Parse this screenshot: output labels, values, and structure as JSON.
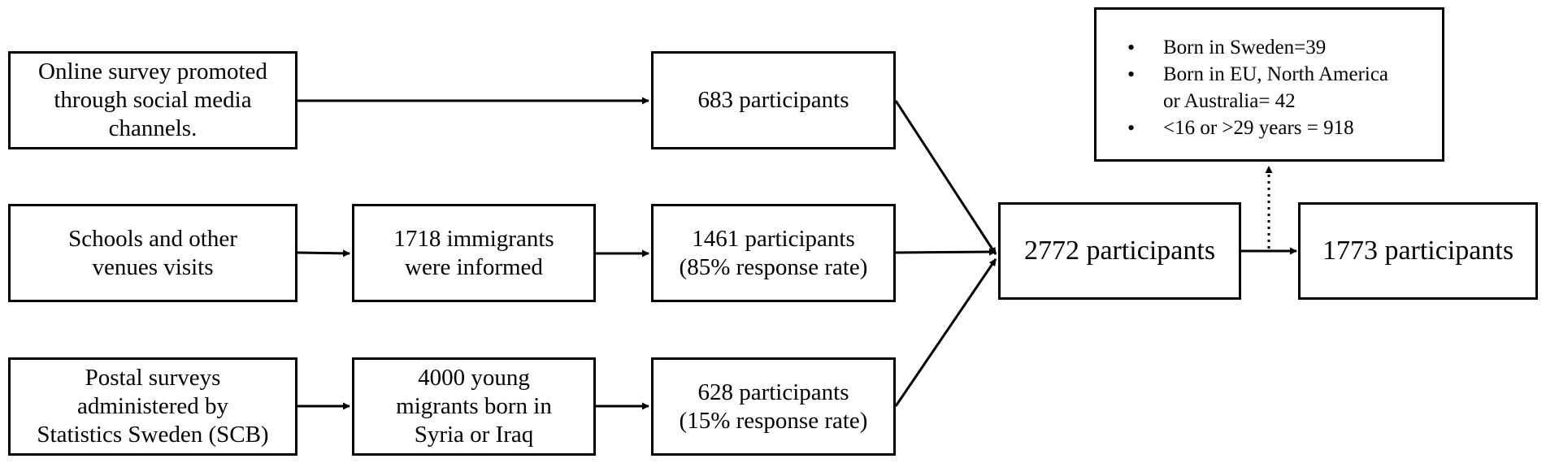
{
  "sources": {
    "online": [
      "Online survey promoted",
      "through social media",
      "channels."
    ],
    "schools": [
      "Schools and other",
      "venues visits"
    ],
    "postal": [
      "Postal surveys",
      "administered by",
      "Statistics Sweden (SCB)"
    ]
  },
  "informed": {
    "schools": [
      "1718 immigrants",
      "were informed"
    ],
    "postal": [
      "4000 young",
      "migrants born in",
      "Syria or Iraq"
    ]
  },
  "participants": {
    "online": [
      "683 participants"
    ],
    "schools": [
      "1461 participants",
      "(85% response rate)"
    ],
    "postal": [
      "628 participants",
      "(15% response rate)"
    ]
  },
  "total": [
    "2772 participants"
  ],
  "final": [
    "1773 participants"
  ],
  "exclusions": [
    [
      "Born in Sweden=39"
    ],
    [
      "Born in EU, North America",
      "or Australia= 42"
    ],
    [
      "<16 or >29 years = 918"
    ]
  ]
}
